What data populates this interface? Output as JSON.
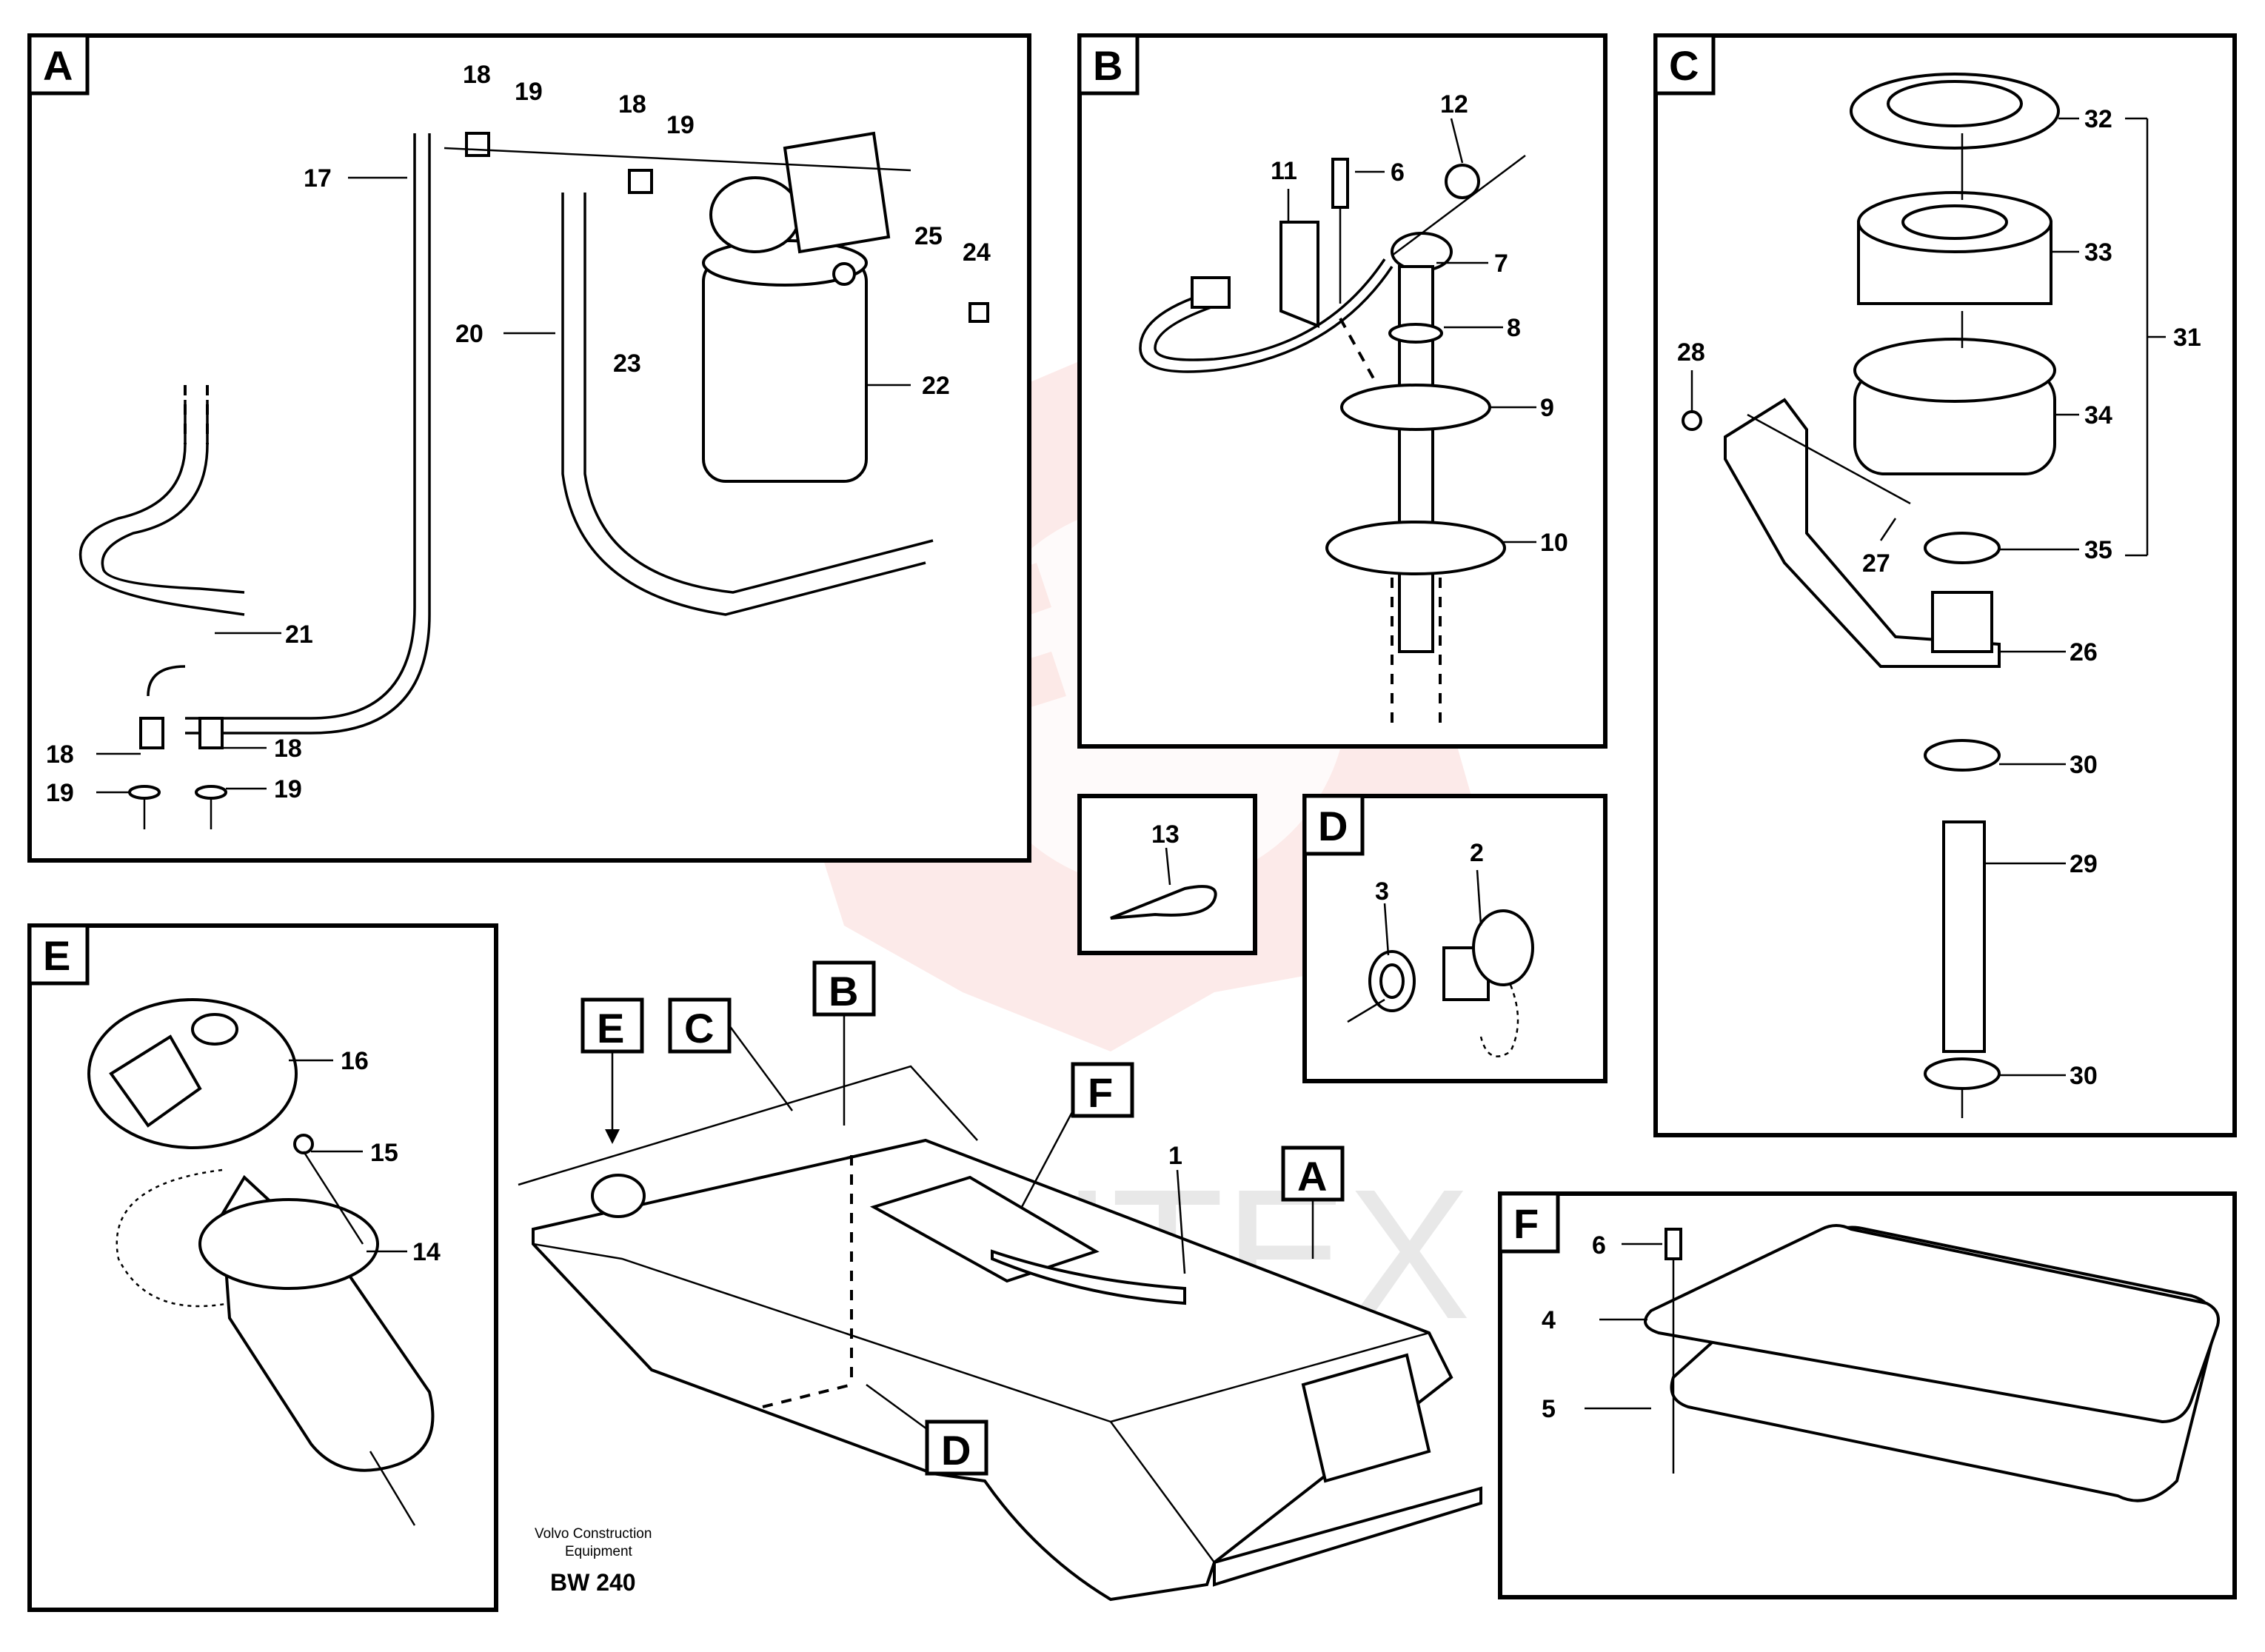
{
  "panels": {
    "A": {
      "tag": "A",
      "callouts": [
        "18",
        "19",
        "18",
        "19",
        "17",
        "20",
        "23",
        "25",
        "24",
        "22",
        "21",
        "18",
        "18",
        "19",
        "19"
      ]
    },
    "B": {
      "tag": "B",
      "callouts": [
        "12",
        "11",
        "6",
        "7",
        "8",
        "9",
        "10"
      ]
    },
    "C": {
      "tag": "C",
      "callouts": [
        "32",
        "33",
        "31",
        "28",
        "34",
        "27",
        "35",
        "26",
        "30",
        "29",
        "30"
      ]
    },
    "D": {
      "tag": "D",
      "callouts": [
        "2",
        "3"
      ]
    },
    "E": {
      "tag": "E",
      "callouts": [
        "16",
        "15",
        "14"
      ]
    },
    "F": {
      "tag": "F",
      "callouts": [
        "6",
        "4",
        "5"
      ]
    },
    "small": {
      "callouts": [
        "13"
      ]
    }
  },
  "overview": {
    "tags": [
      "E",
      "C",
      "B",
      "F",
      "A",
      "D"
    ],
    "callouts": [
      "1"
    ]
  },
  "watermark": "ИНТЕХ",
  "footer": {
    "line1": "Volvo Construction",
    "line2": "Equipment",
    "code": "BW 240"
  }
}
